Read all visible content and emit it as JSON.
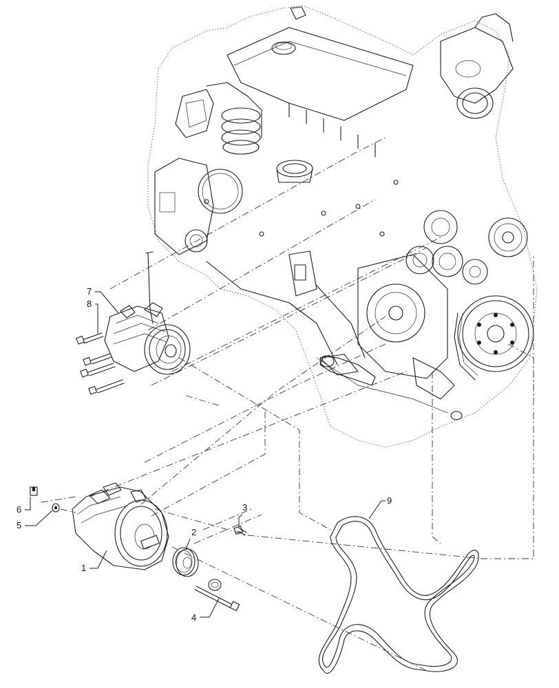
{
  "callouts": [
    {
      "id": "1",
      "part": "alternator"
    },
    {
      "id": "2",
      "part": "pulley"
    },
    {
      "id": "3",
      "part": "bolt-short"
    },
    {
      "id": "4",
      "part": "bolt-long"
    },
    {
      "id": "5",
      "part": "washer"
    },
    {
      "id": "6",
      "part": "nut"
    },
    {
      "id": "7",
      "part": "ac-compressor"
    },
    {
      "id": "8",
      "part": "compressor-bolt"
    },
    {
      "id": "9",
      "part": "serpentine-belt"
    }
  ]
}
